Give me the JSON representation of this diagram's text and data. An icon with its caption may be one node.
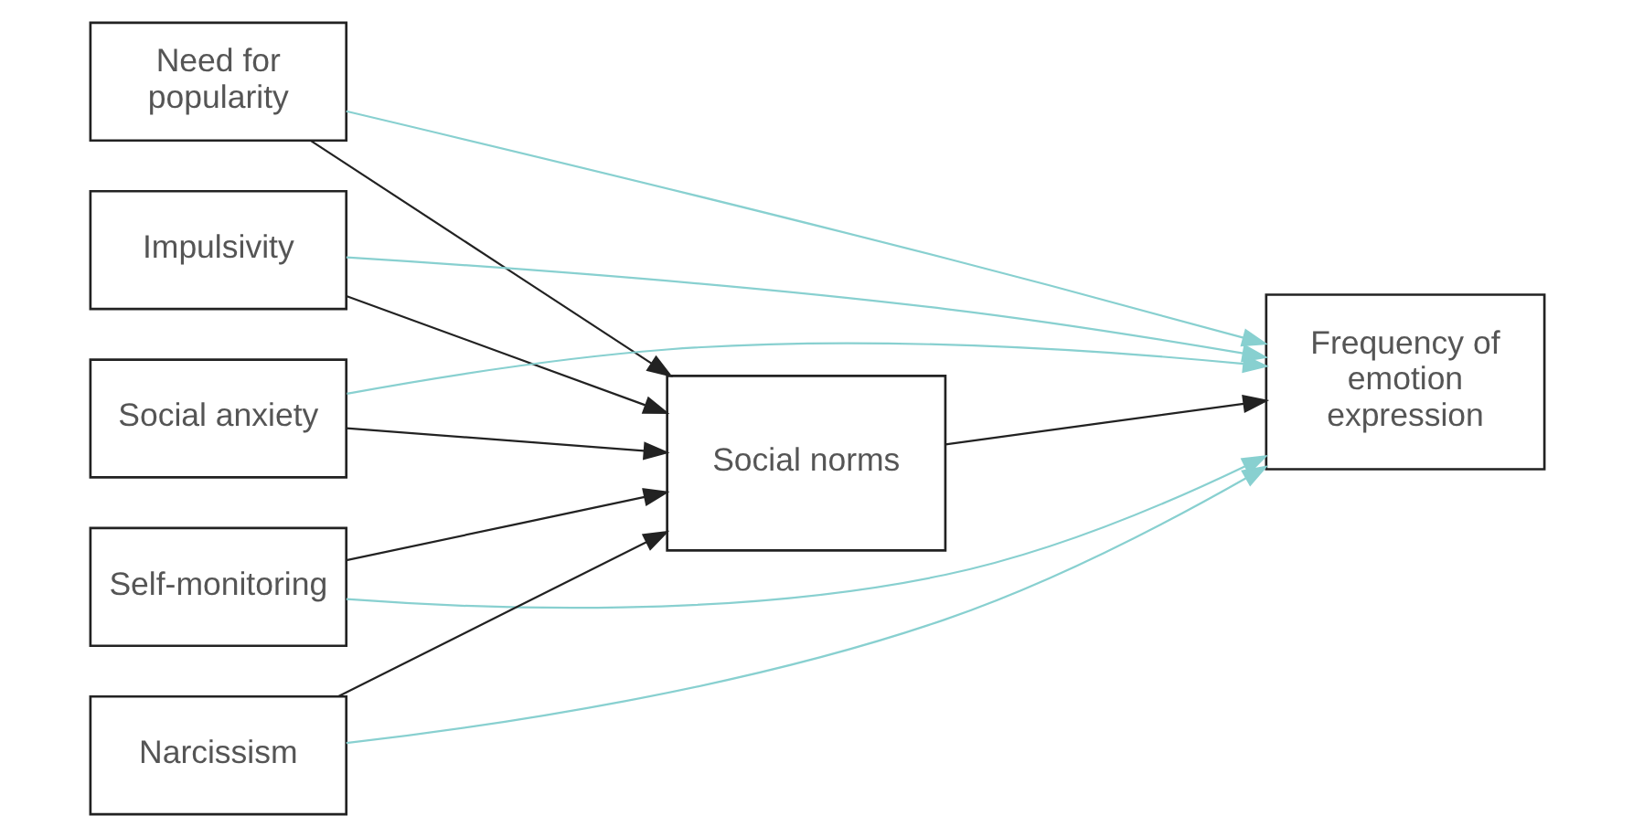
{
  "diagram": {
    "nodes": [
      {
        "text": [
          "Need for popularity"
        ]
      },
      {
        "text": [
          "Impulsivity"
        ]
      },
      {
        "text": [
          "Social anxiety"
        ]
      },
      {
        "text": [
          "Self-monitoring"
        ]
      },
      {
        "text": [
          "Narcissism"
        ]
      },
      {
        "text": [
          "Social norms"
        ]
      },
      {
        "text": [
          "Frequency of emotion expression"
        ]
      }
    ],
    "edges": [
      {
        "from": 0,
        "to": 5,
        "arrow": "to"
      },
      {
        "from": 1,
        "to": 5,
        "arrow": "to"
      },
      {
        "from": 2,
        "to": 5,
        "arrow": "to"
      },
      {
        "from": 3,
        "to": 5,
        "arrow": "to"
      },
      {
        "from": 4,
        "to": 5,
        "arrow": "to"
      },
      {
        "from": 5,
        "to": 6,
        "arrow": "to"
      },
      {
        "from": 0,
        "to": 6,
        "arrow": "to",
        "color": "#88d0d0"
      },
      {
        "from": 1,
        "to": 6,
        "arrow": "to",
        "color": "#88d0d0"
      },
      {
        "from": 2,
        "to": 6,
        "arrow": "to",
        "color": "#88d0d0"
      },
      {
        "from": 3,
        "to": 6,
        "arrow": "to",
        "color": "#88d0d0"
      },
      {
        "from": 4,
        "to": 6,
        "arrow": "to",
        "color": "#88d0d0"
      }
    ]
  }
}
